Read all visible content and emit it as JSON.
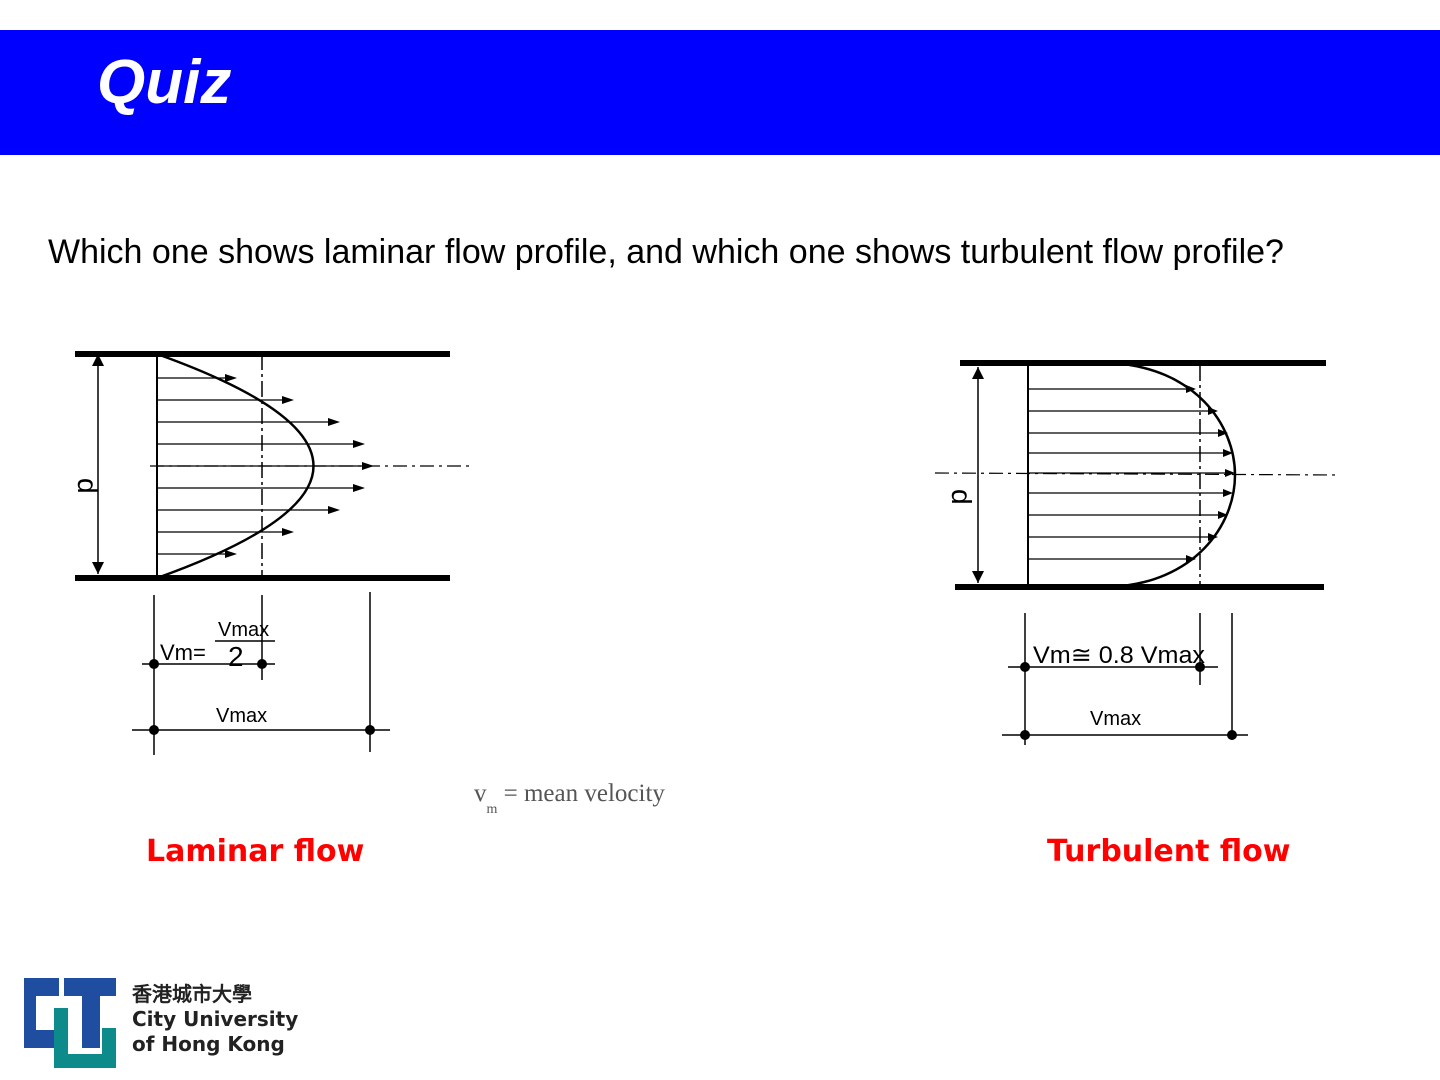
{
  "slide": {
    "title": "Quiz",
    "question": "Which one shows laminar flow profile, and which one shows turbulent flow profile?"
  },
  "laminar": {
    "label": "Laminar flow",
    "d_label": "d",
    "vm_label": "Vm=",
    "vmax_num": "Vmax",
    "vm_den": "2",
    "vmax_label": "Vmax"
  },
  "turbulent": {
    "label": "Turbulent flow",
    "d_label": "d",
    "vm_label": "Vm≅ 0.8 Vmax",
    "vmax_label": "Vmax"
  },
  "legend": {
    "v": "v",
    "sub": "m",
    "eq": "= mean velocity"
  },
  "logo": {
    "chinese": "香港城市大學",
    "line1": "City University",
    "line2": "of Hong Kong"
  },
  "colors": {
    "title_bar": "#0000ff",
    "answer_label": "#ff0000",
    "logo_blue": "#1f4ea1",
    "logo_teal": "#0d8a8a"
  }
}
